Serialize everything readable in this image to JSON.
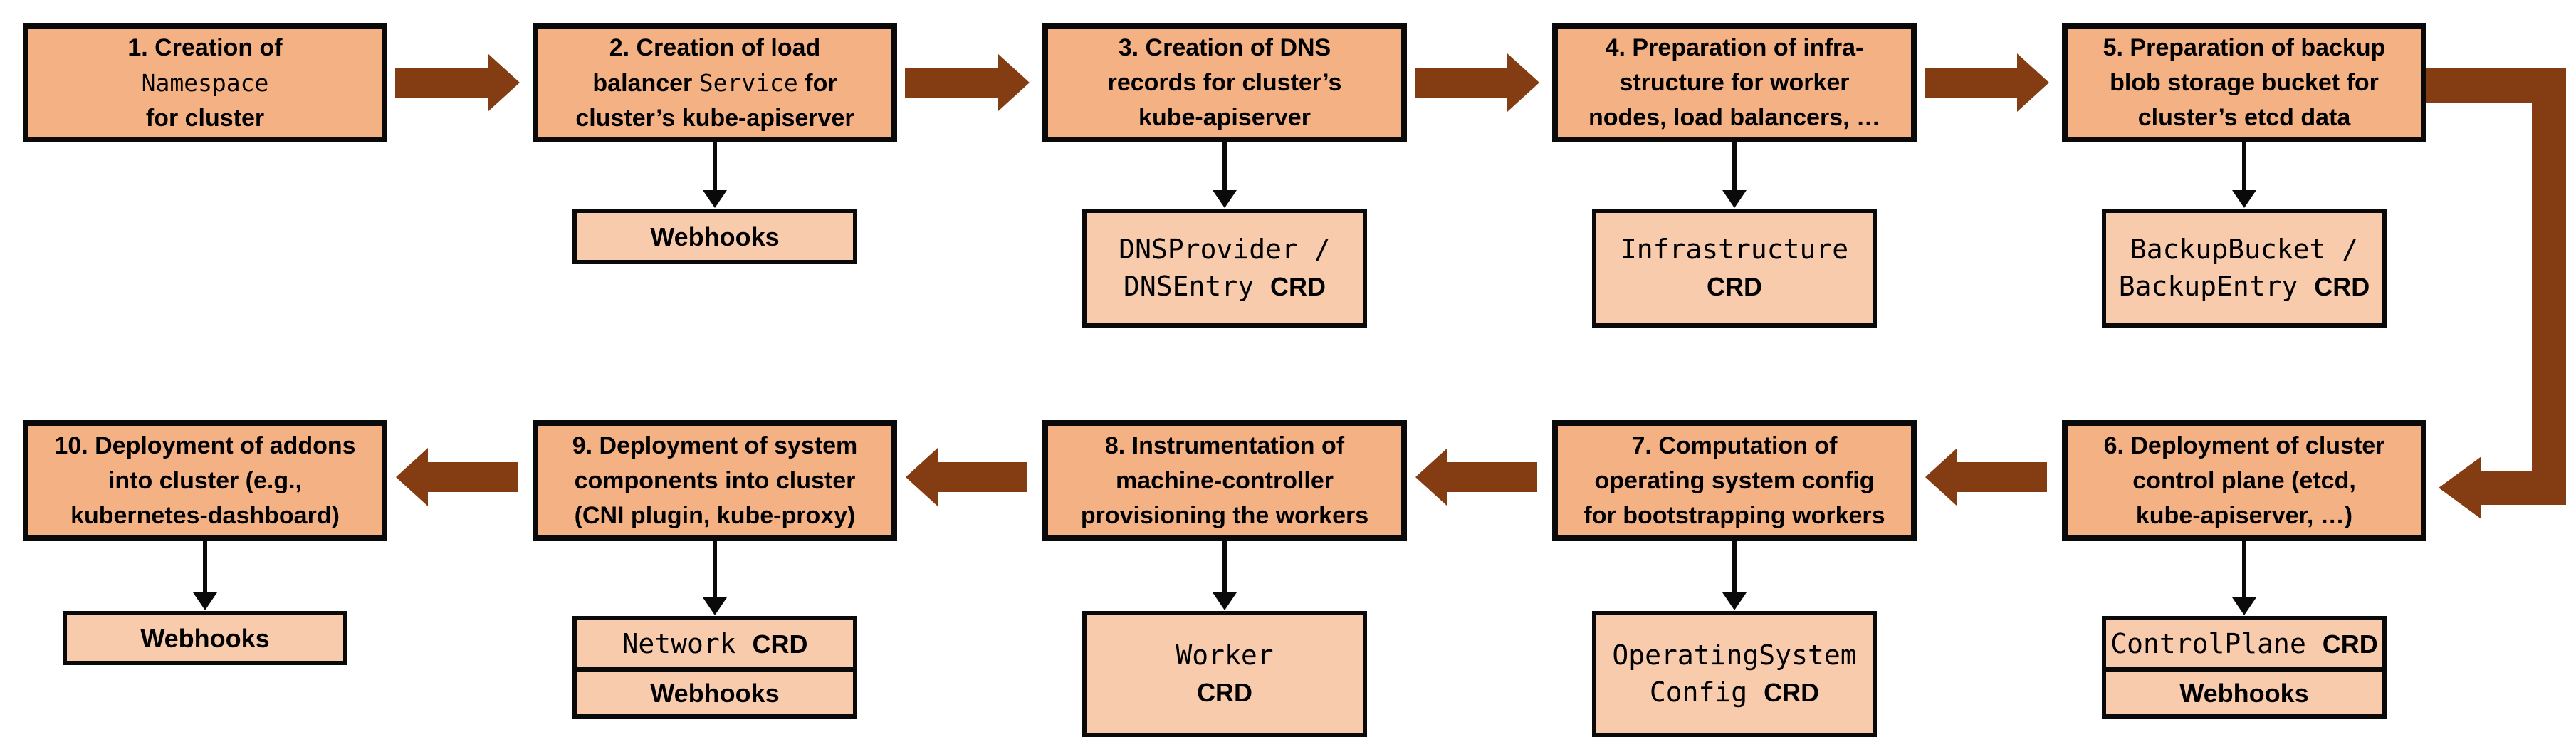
{
  "colors": {
    "background": "#FFFFFF",
    "step_fill": "#F4B183",
    "sub_fill": "#F8CBAD",
    "arrow_brown": "#843C12",
    "outline_black": "#0A0A0A"
  },
  "steps": [
    {
      "lines": [
        [
          {
            "t": "1. Creation of",
            "s": "sans"
          }
        ],
        [
          {
            "t": "Namespace",
            "s": "mono"
          }
        ],
        [
          {
            "t": "for cluster",
            "s": "sans"
          }
        ]
      ],
      "sub": null
    },
    {
      "lines": [
        [
          {
            "t": "2. Creation of load",
            "s": "sans"
          }
        ],
        [
          {
            "t": "balancer ",
            "s": "sans"
          },
          {
            "t": "Service",
            "s": "mono"
          },
          {
            "t": " for",
            "s": "sans"
          }
        ],
        [
          {
            "t": "cluster’s kube-apiserver",
            "s": "sans"
          }
        ]
      ],
      "sub": {
        "kind": "single",
        "lines": [
          [
            {
              "t": "Webhooks",
              "s": "sansbold"
            }
          ]
        ]
      }
    },
    {
      "lines": [
        [
          {
            "t": "3. Creation of DNS",
            "s": "sans"
          }
        ],
        [
          {
            "t": "records for cluster’s",
            "s": "sans"
          }
        ],
        [
          {
            "t": "kube-apiserver",
            "s": "sans"
          }
        ]
      ],
      "sub": {
        "kind": "tall",
        "lines": [
          [
            {
              "t": "DNSProvider /",
              "s": "mono"
            }
          ],
          [
            {
              "t": "DNSEntry ",
              "s": "mono"
            },
            {
              "t": "CRD",
              "s": "sansbold"
            }
          ]
        ]
      }
    },
    {
      "lines": [
        [
          {
            "t": "4. Preparation of infra-",
            "s": "sans"
          }
        ],
        [
          {
            "t": "structure for worker",
            "s": "sans"
          }
        ],
        [
          {
            "t": "nodes, load balancers, …",
            "s": "sans"
          }
        ]
      ],
      "sub": {
        "kind": "tall",
        "lines": [
          [
            {
              "t": "Infrastructure",
              "s": "mono"
            }
          ],
          [
            {
              "t": "CRD",
              "s": "sansbold"
            }
          ]
        ]
      }
    },
    {
      "lines": [
        [
          {
            "t": "5. Preparation of backup",
            "s": "sans"
          }
        ],
        [
          {
            "t": "blob storage bucket for",
            "s": "sans"
          }
        ],
        [
          {
            "t": "cluster’s etcd data",
            "s": "sans"
          }
        ]
      ],
      "sub": {
        "kind": "tall",
        "lines": [
          [
            {
              "t": "BackupBucket /",
              "s": "mono"
            }
          ],
          [
            {
              "t": "BackupEntry ",
              "s": "mono"
            },
            {
              "t": "CRD",
              "s": "sansbold"
            }
          ]
        ]
      }
    },
    {
      "lines": [
        [
          {
            "t": "6. Deployment of cluster",
            "s": "sans"
          }
        ],
        [
          {
            "t": "control plane (etcd,",
            "s": "sans"
          }
        ],
        [
          {
            "t": "kube-apiserver, …)",
            "s": "sans"
          }
        ]
      ],
      "sub": {
        "kind": "stacked",
        "cells": [
          {
            "lines": [
              [
                {
                  "t": "ControlPlane ",
                  "s": "mono"
                },
                {
                  "t": "CRD",
                  "s": "sansbold"
                }
              ]
            ]
          },
          {
            "lines": [
              [
                {
                  "t": "Webhooks",
                  "s": "sansbold"
                }
              ]
            ]
          }
        ]
      }
    },
    {
      "lines": [
        [
          {
            "t": "7. Computation of",
            "s": "sans"
          }
        ],
        [
          {
            "t": "operating system config",
            "s": "sans"
          }
        ],
        [
          {
            "t": "for bootstrapping workers",
            "s": "sans"
          }
        ]
      ],
      "sub": {
        "kind": "tall",
        "lines": [
          [
            {
              "t": "OperatingSystem",
              "s": "mono"
            }
          ],
          [
            {
              "t": "Config ",
              "s": "mono"
            },
            {
              "t": "CRD",
              "s": "sansbold"
            }
          ]
        ]
      }
    },
    {
      "lines": [
        [
          {
            "t": "8. Instrumentation of",
            "s": "sans"
          }
        ],
        [
          {
            "t": "machine-controller",
            "s": "sans"
          }
        ],
        [
          {
            "t": "provisioning the workers",
            "s": "sans"
          }
        ]
      ],
      "sub": {
        "kind": "tall",
        "lines": [
          [
            {
              "t": "Worker",
              "s": "mono"
            }
          ],
          [
            {
              "t": "CRD",
              "s": "sansbold"
            }
          ]
        ]
      }
    },
    {
      "lines": [
        [
          {
            "t": "9. Deployment of system",
            "s": "sans"
          }
        ],
        [
          {
            "t": "components into cluster",
            "s": "sans"
          }
        ],
        [
          {
            "t": "(CNI plugin, kube-proxy)",
            "s": "sans"
          }
        ]
      ],
      "sub": {
        "kind": "stacked",
        "cells": [
          {
            "lines": [
              [
                {
                  "t": "Network ",
                  "s": "mono"
                },
                {
                  "t": "CRD",
                  "s": "sansbold"
                }
              ]
            ]
          },
          {
            "lines": [
              [
                {
                  "t": "Webhooks",
                  "s": "sansbold"
                }
              ]
            ]
          }
        ]
      }
    },
    {
      "lines": [
        [
          {
            "t": "10. Deployment of addons",
            "s": "sans"
          }
        ],
        [
          {
            "t": "into cluster (e.g.,",
            "s": "sans"
          }
        ],
        [
          {
            "t": "kubernetes-dashboard)",
            "s": "sans"
          }
        ]
      ],
      "sub": {
        "kind": "single",
        "lines": [
          [
            {
              "t": "Webhooks",
              "s": "sansbold"
            }
          ]
        ]
      }
    }
  ]
}
